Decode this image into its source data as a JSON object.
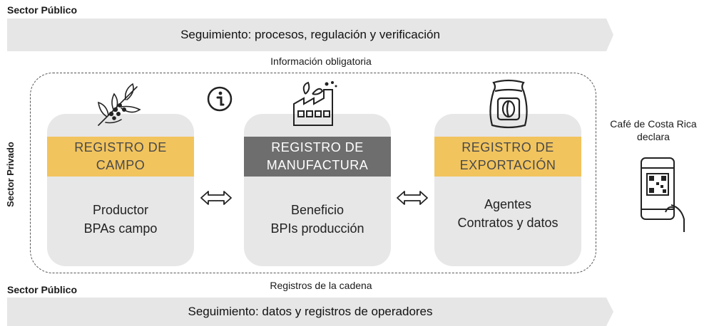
{
  "top": {
    "sector_label": "Sector Público",
    "banner_text": "Seguimiento: procesos, regulación y verificación",
    "caption": "Información obligatoria"
  },
  "side": {
    "sector_label": "Sector Privado"
  },
  "cards": [
    {
      "title_line1": "REGISTRO DE",
      "title_line2": "CAMPO",
      "line1": "Productor",
      "line2": "BPAs campo",
      "icon": "coffee-plant-icon",
      "band_color": "#f2c45e"
    },
    {
      "title_line1": "REGISTRO DE",
      "title_line2": "MANUFACTURA",
      "line1": "Beneficio",
      "line2": "BPIs producción",
      "icon": "factory-icon",
      "band_color": "#6e6e6e"
    },
    {
      "title_line1": "REGISTRO DE",
      "title_line2": "EXPORTACIÓN",
      "line1": "Agentes",
      "line2": "Contratos y datos",
      "icon": "coffee-sack-icon",
      "band_color": "#f2c45e"
    }
  ],
  "info_icon": "info-icon",
  "right": {
    "line1": "Café de Costa Rica",
    "line2": "declara",
    "icon": "phone-qr-icon"
  },
  "bottom": {
    "caption": "Registros de la cadena",
    "sector_label": "Sector Público",
    "banner_text": "Seguimiento: datos y registros de operadores"
  }
}
